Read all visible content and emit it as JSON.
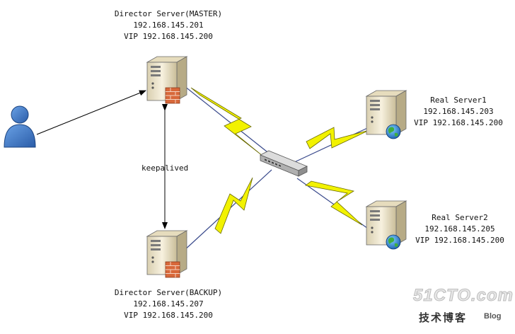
{
  "director_master": {
    "title": "Director Server(MASTER)",
    "ip": "192.168.145.201",
    "vip": "VIP 192.168.145.200"
  },
  "director_backup": {
    "title": "Director Server(BACKUP)",
    "ip": "192.168.145.207",
    "vip": "VIP 192.168.145.200"
  },
  "real_server1": {
    "title": "Real Server1",
    "ip": "192.168.145.203",
    "vip": "VIP 192.168.145.200"
  },
  "real_server2": {
    "title": "Real Server2",
    "ip": "192.168.145.205",
    "vip": "VIP 192.168.145.200"
  },
  "link_label": "keepalived",
  "watermark": {
    "brand": "51CTO.com",
    "subtitle": "技术博客",
    "blog": "Blog"
  },
  "icons": {
    "client": "user-icon",
    "director": "server-tower-firewall-icon",
    "real": "server-tower-globe-icon",
    "switch": "network-switch-icon"
  },
  "colors": {
    "lightning": "#f2f200",
    "network_line": "#3a4a8c",
    "user_fill": "#3f78c9",
    "server_body": "#f3ead0"
  }
}
